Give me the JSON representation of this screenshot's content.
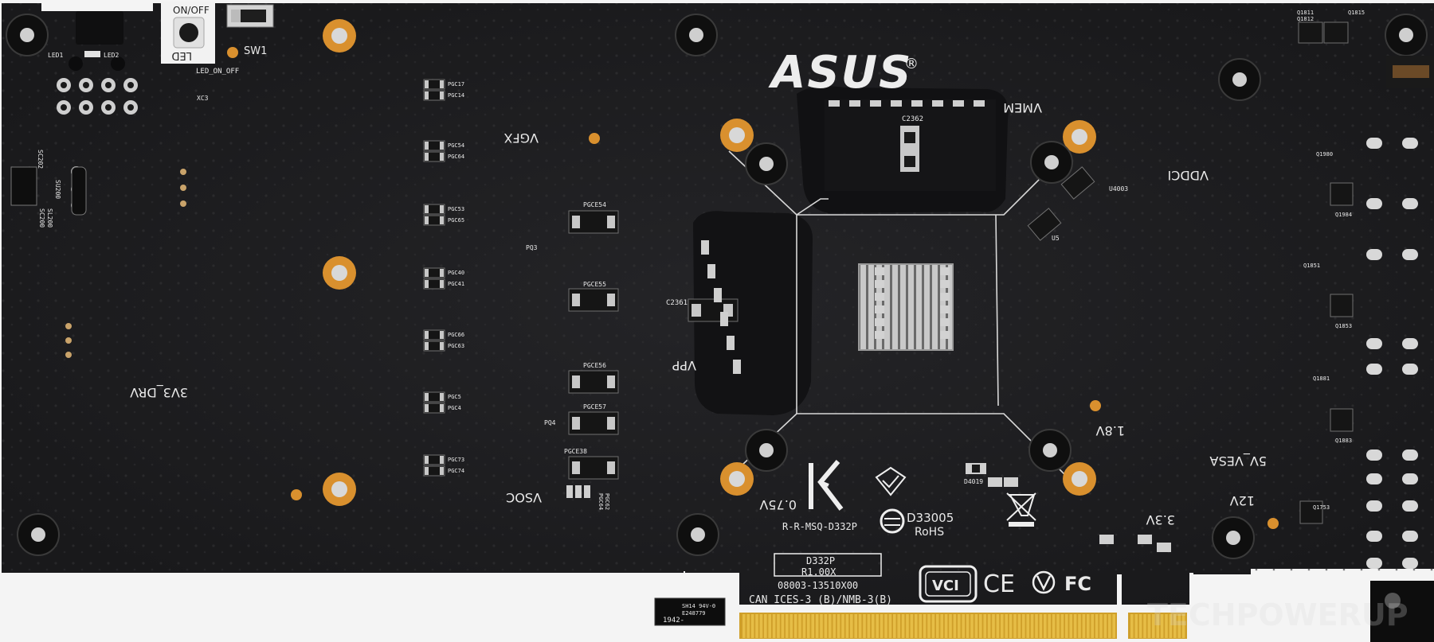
{
  "brand": {
    "logo_text": "ASUS",
    "registered_mark": "®"
  },
  "switch": {
    "label_on_off": "ON/OFF",
    "label_led": "LED",
    "label_sw1": "SW1",
    "label_led_on_off": "LED_ON_OFF",
    "label_led1": "LED1",
    "label_led2": "LED2",
    "label_xc3": "XC3"
  },
  "rails": {
    "vgfx": "VGFX",
    "vmem": "VMEM",
    "vddci": "VDDCI",
    "vpp": "VPP",
    "v3v3_drv": "3V3_DRV",
    "vsoc": "VSOC",
    "v0_75": "0.75V",
    "v1_8": "1.8V",
    "v3_3": "3.3V",
    "v12": "12V",
    "v5_vesa": "5V_VESA"
  },
  "components": {
    "pgc_left": [
      "PGC17",
      "PGC14",
      "PGC54",
      "PGC64",
      "PGC53",
      "PGC65",
      "PGC40",
      "PGC41",
      "PGC66",
      "PGC63",
      "PGC5",
      "PGC4",
      "PGC73",
      "PGC74"
    ],
    "pgce": [
      "PGCE54",
      "PGCE55",
      "PGCE56",
      "PGCE57",
      "PGCE38"
    ],
    "pq": [
      "PQ3",
      "PQ4"
    ],
    "pgc_bottom": [
      "PGC64",
      "PGC62"
    ],
    "c2362": "C2362",
    "c2361": "C2361",
    "u4003": "U4003",
    "u5": "U5",
    "d4019": "D4019",
    "d33005": "D33005",
    "rohs": "RoHS",
    "sc202": "SC202",
    "su200": "SU200",
    "sc200": "SC200",
    "sl200": "SL200",
    "q_labels": [
      "Q1811",
      "Q1812",
      "Q1815",
      "Q1980",
      "Q1984",
      "Q1851",
      "Q1853",
      "Q1881",
      "Q1883",
      "Q1753"
    ]
  },
  "board": {
    "model": "D332P",
    "revision": "R1.00X",
    "part_number": "08003-13510X00",
    "kc_code": "R-R-MSQ-D332P",
    "canada": "CAN ICES-3 (B)/NMB-3(B)",
    "ul_line1": "SH14 94V-0",
    "ul_line2": "E248779",
    "date_code": "1942-"
  },
  "cert_logos": {
    "kc": "KC",
    "vci": "VCI",
    "ce": "CE",
    "fc": "FC"
  },
  "watermark": "TECHPOWERUP",
  "colors": {
    "pcb": "#1c1c1e",
    "silkscreen": "#e9e9e9",
    "gold_contact": "#d8aa2e",
    "copper_ring": "#d9902e",
    "background": "#f4f4f4"
  }
}
